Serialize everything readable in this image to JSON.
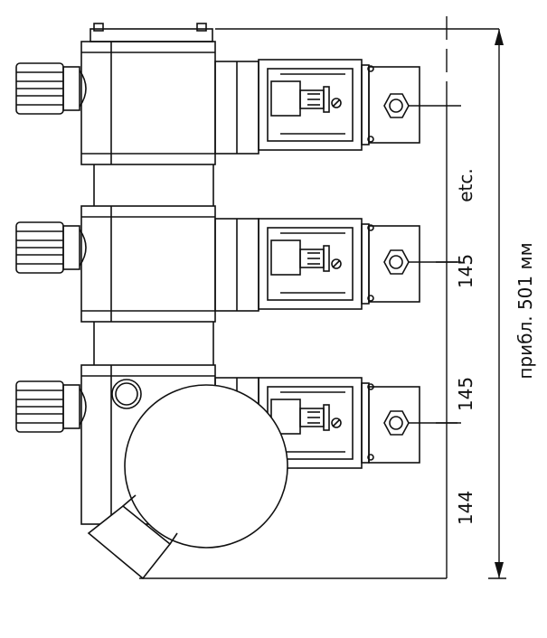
{
  "colors": {
    "line": "#111111",
    "background": "#ffffff"
  },
  "dimensions": {
    "etc_label": "etc.",
    "pitch_label_top": "145",
    "pitch_label_bottom": "145",
    "end_label": "144",
    "total_label": "прибл. 501 мм"
  }
}
